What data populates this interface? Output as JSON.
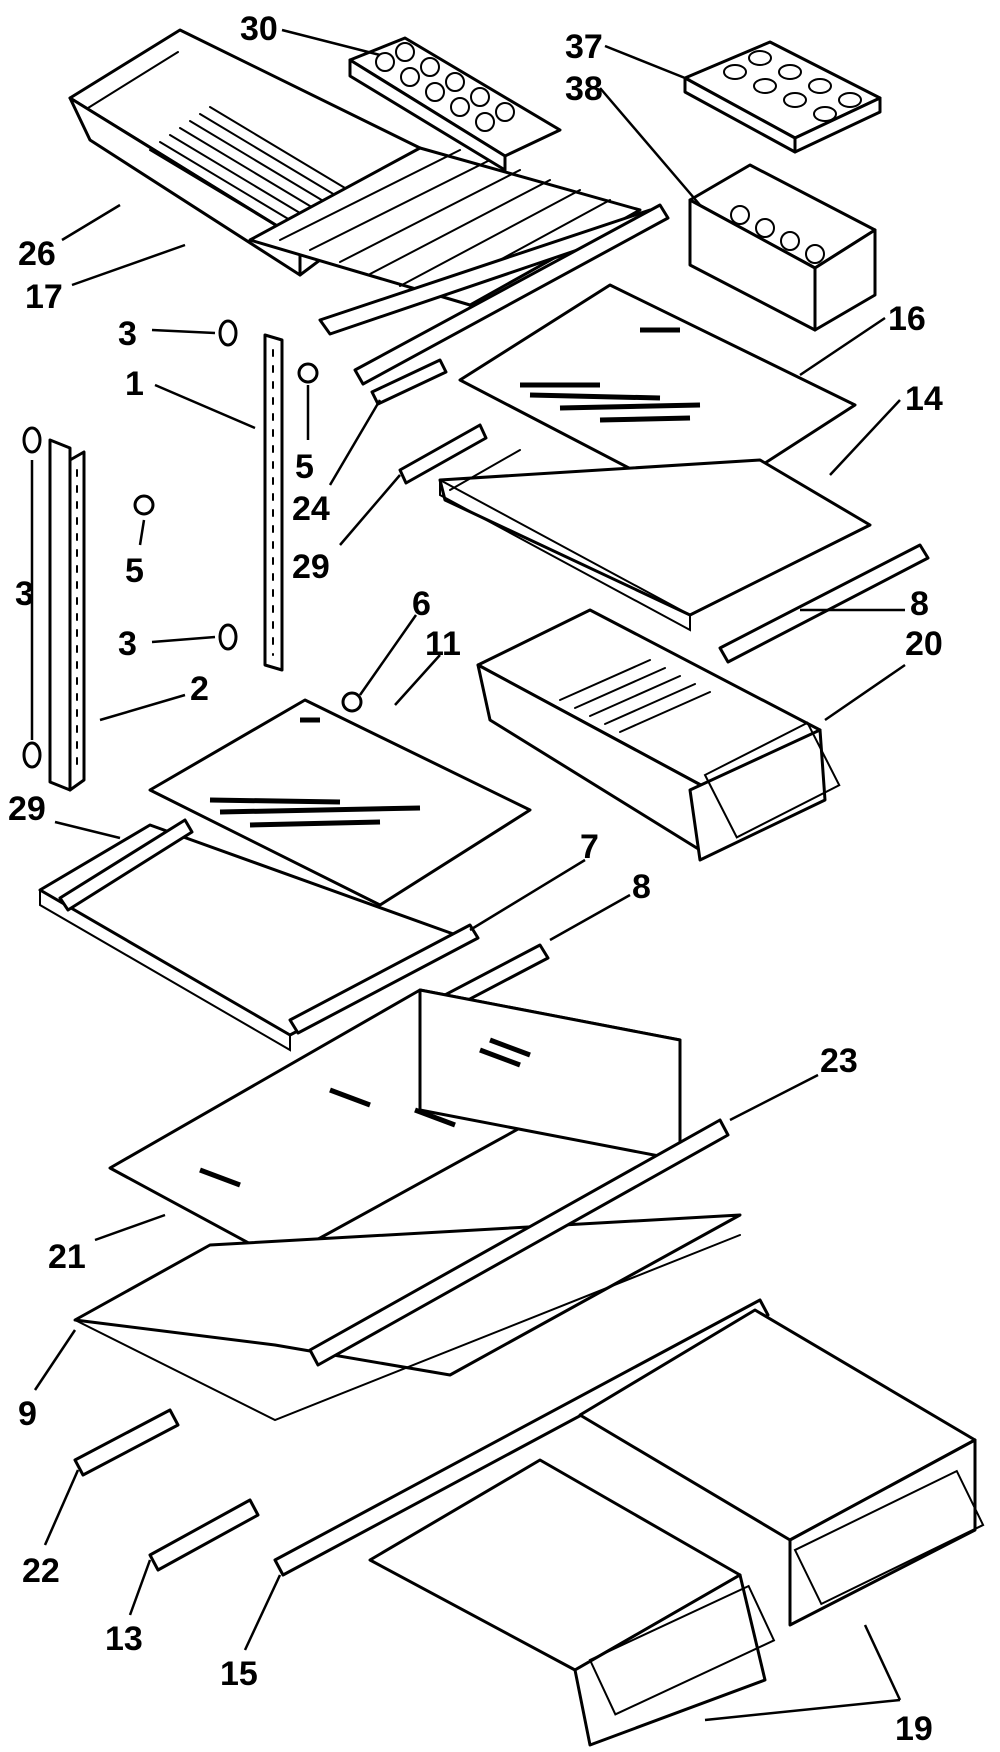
{
  "callouts": [
    {
      "id": "c30",
      "label": "30"
    },
    {
      "id": "c37",
      "label": "37"
    },
    {
      "id": "c38",
      "label": "38"
    },
    {
      "id": "c26",
      "label": "26"
    },
    {
      "id": "c17",
      "label": "17"
    },
    {
      "id": "c16",
      "label": "16"
    },
    {
      "id": "c14",
      "label": "14"
    },
    {
      "id": "c3a",
      "label": "3"
    },
    {
      "id": "c1",
      "label": "1"
    },
    {
      "id": "c5a",
      "label": "5"
    },
    {
      "id": "c24",
      "label": "24"
    },
    {
      "id": "c29a",
      "label": "29"
    },
    {
      "id": "c3b",
      "label": "3"
    },
    {
      "id": "c5b",
      "label": "5"
    },
    {
      "id": "c3c",
      "label": "3"
    },
    {
      "id": "c6",
      "label": "6"
    },
    {
      "id": "c11",
      "label": "11"
    },
    {
      "id": "c8a",
      "label": "8"
    },
    {
      "id": "c20",
      "label": "20"
    },
    {
      "id": "c2",
      "label": "2"
    },
    {
      "id": "c29b",
      "label": "29"
    },
    {
      "id": "c7",
      "label": "7"
    },
    {
      "id": "c8b",
      "label": "8"
    },
    {
      "id": "c23",
      "label": "23"
    },
    {
      "id": "c21",
      "label": "21"
    },
    {
      "id": "c9",
      "label": "9"
    },
    {
      "id": "c22",
      "label": "22"
    },
    {
      "id": "c13",
      "label": "13"
    },
    {
      "id": "c15",
      "label": "15"
    },
    {
      "id": "c19",
      "label": "19"
    }
  ]
}
